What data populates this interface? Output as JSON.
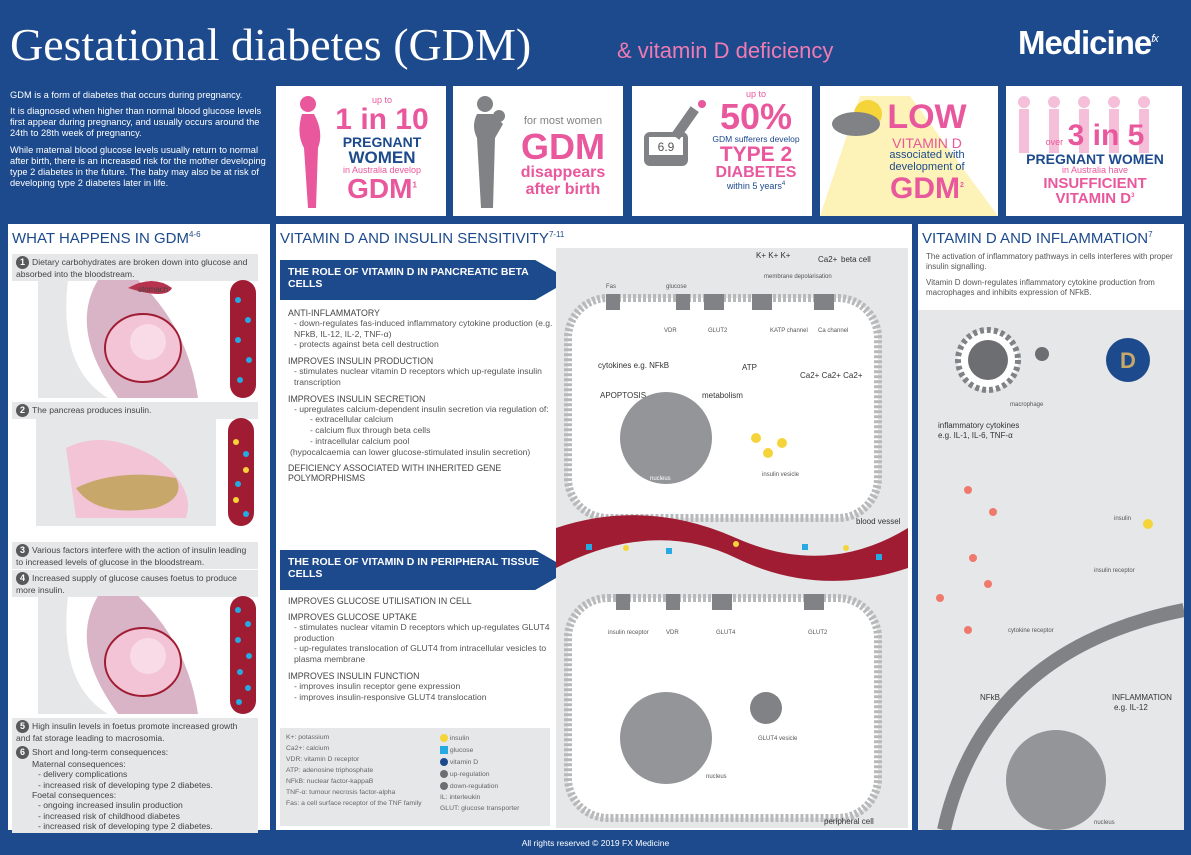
{
  "header": {
    "title": "Gestational diabetes (GDM)",
    "subtitle": "& vitamin D deficiency",
    "logo": "Medicine",
    "logo_mark": "fx"
  },
  "intro": [
    "GDM is a form of diabetes that occurs during pregnancy.",
    "It is diagnosed when higher than normal blood glucose levels first appear during pregnancy, and usually occurs around the 24th to 28th week of pregnancy.",
    "While maternal blood glucose levels usually return to normal after birth, there is an increased risk for the mother developing type 2 diabetes in the future. The baby may also be at risk of developing type 2 diabetes later in life."
  ],
  "stats": {
    "s1": {
      "pre": "up to",
      "big": "1 in 10",
      "l1": "PREGNANT",
      "l2": "WOMEN",
      "l3": "in Australia develop",
      "gdm": "GDM",
      "ref": "1"
    },
    "s2": {
      "pre": "for most women",
      "big": "GDM",
      "l1": "disappears",
      "l2": "after birth"
    },
    "s3": {
      "pre": "up to",
      "big": "50%",
      "l1": "GDM sufferers develop",
      "l2": "TYPE 2",
      "l3": "DIABETES",
      "l4": "within 5 years",
      "ref": "4",
      "meter": "6.9"
    },
    "s4": {
      "big": "LOW",
      "l1": "VITAMIN D",
      "l2": "associated with",
      "l3": "development of",
      "gdm": "GDM",
      "ref": "2"
    },
    "s5": {
      "pre": "over",
      "big": "3 in 5",
      "l1": "PREGNANT WOMEN",
      "l2": "in Australia have",
      "l3": "INSUFFICIENT",
      "l4": "VITAMIN D",
      "ref": "3"
    }
  },
  "what_happens": {
    "title": "WHAT HAPPENS IN GDM",
    "ref": "4-6",
    "steps": [
      {
        "n": "1",
        "text": "Dietary carbohydrates are broken down into glucose and absorbed into the bloodstream."
      },
      {
        "n": "2",
        "text": "The pancreas produces insulin."
      },
      {
        "n": "3",
        "text": "Various factors interfere with the action of insulin leading to increased levels of glucose in the bloodstream."
      },
      {
        "n": "4",
        "text": "Increased supply of glucose causes foetus to produce more insulin."
      },
      {
        "n": "5",
        "text": "High insulin levels in foetus promote increased growth and fat storage leading to macrosomia."
      },
      {
        "n": "6",
        "text": "Short and long-term consequences:"
      }
    ],
    "stomach": "stomach",
    "maternal_head": "Maternal consequences:",
    "maternal": [
      "- delivery complications",
      "- increased risk of developing type 2 diabetes."
    ],
    "foetal_head": "Foetal consequences:",
    "foetal": [
      "- ongoing increased insulin production",
      "- increased risk of childhood diabetes",
      "- increased risk of developing type 2 diabetes."
    ]
  },
  "sensitivity": {
    "title": "VITAMIN D AND INSULIN SENSITIVITY",
    "ref": "7-11",
    "banner1": "THE ROLE OF VITAMIN D IN PANCREATIC BETA CELLS",
    "b1_blocks": [
      {
        "head": "ANTI-INFLAMMATORY",
        "items": [
          "- down-regulates fas-induced inflammatory cytokine production (e.g. NFkB, IL-12, IL-2, TNF-α)",
          "- protects against beta cell destruction"
        ]
      },
      {
        "head": "IMPROVES INSULIN PRODUCTION",
        "items": [
          "- stimulates nuclear vitamin D receptors which up-regulate insulin transcription"
        ]
      },
      {
        "head": "IMPROVES INSULIN SECRETION",
        "items": [
          "- upregulates calcium-dependent insulin secretion via regulation of:",
          "- extracellular calcium",
          "- calcium flux through beta cells",
          "- intracellular calcium pool",
          "(hypocalcaemia can lower glucose-stimulated insulin secretion)"
        ]
      },
      {
        "head": "DEFICIENCY ASSOCIATED WITH INHERITED GENE POLYMORPHISMS",
        "items": []
      }
    ],
    "banner2": "THE ROLE OF VITAMIN D IN PERIPHERAL TISSUE CELLS",
    "b2_blocks": [
      {
        "head": "IMPROVES GLUCOSE UTILISATION IN CELL",
        "items": []
      },
      {
        "head": "IMPROVES GLUCOSE UPTAKE",
        "items": [
          "- stimulates nuclear vitamin D receptors which up-regulates GLUT4 production",
          "- up-regulates translocation of GLUT4 from intracellular vesicles to plasma membrane"
        ]
      },
      {
        "head": "IMPROVES INSULIN FUNCTION",
        "items": [
          "- improves insulin receptor gene expression",
          "- improves insulin-responsive GLUT4 translocation"
        ]
      }
    ],
    "glossary_left": [
      "K+: potassium",
      "Ca2+: calcium",
      "VDR: vitamin D receptor",
      "ATP: adenosine triphosphate",
      "NFkB: nuclear factor-kappaB",
      "TNF-α: tumour necrosis factor-alpha",
      "Fas: a cell surface receptor of the TNF family"
    ],
    "glossary_right": [
      "insulin",
      "glucose",
      "vitamin D",
      "up-regulation",
      "down-regulation",
      "IL: interleukin",
      "GLUT: glucose transporter"
    ],
    "diagram": {
      "beta_cell": "beta cell",
      "fas": "Fas",
      "glucose": "glucose",
      "vdr": "VDR",
      "glut2": "GLUT2",
      "katp": "KATP channel",
      "ca_channel": "Ca channel",
      "membrane": "membrane depolarisation",
      "cytokines": "cytokines e.g. NFkB",
      "apoptosis": "APOPTOSIS",
      "metabolism": "metabolism",
      "atp": "ATP",
      "ca_in": "Ca2+ Ca2+ Ca2+",
      "k_out": "K+ K+ K+",
      "ca_out": "Ca2+",
      "nucleus": "nucleus",
      "insulin_vesicle": "insulin vesicle",
      "blood_vessel": "blood vessel",
      "insulin_receptor": "insulin receptor",
      "vdr2": "VDR",
      "glut4": "GLUT4",
      "glut2b": "GLUT2",
      "glut4_vesicle": "GLUT4 vesicle",
      "nucleus2": "nucleus",
      "peripheral": "peripheral cell"
    }
  },
  "inflammation": {
    "title": "VITAMIN D AND INFLAMMATION",
    "ref": "7",
    "p1": "The activation of inflammatory pathways in cells interferes with proper insulin signalling.",
    "p2": "Vitamin D down-regulates inflammatory cytokine production from macrophages and inhibits expression of NFkB.",
    "macrophage": "macrophage",
    "d": "D",
    "cytokines": "inflammatory cytokines",
    "cytokines_eg": "e.g. IL-1, IL-6, TNF-α",
    "insulin": "insulin",
    "insulin_receptor": "insulin receptor",
    "cytokine_receptor": "cytokine receptor",
    "nfkb": "NFkB",
    "inflammation": "INFLAMMATION",
    "inflammation_eg": "e.g. IL-12",
    "nucleus": "nucleus"
  },
  "footer": "All rights reserved © 2019 FX Medicine",
  "colors": {
    "navy": "#1c4a8c",
    "pink": "#e9579c",
    "grey": "#808285",
    "red": "#a01c33"
  }
}
